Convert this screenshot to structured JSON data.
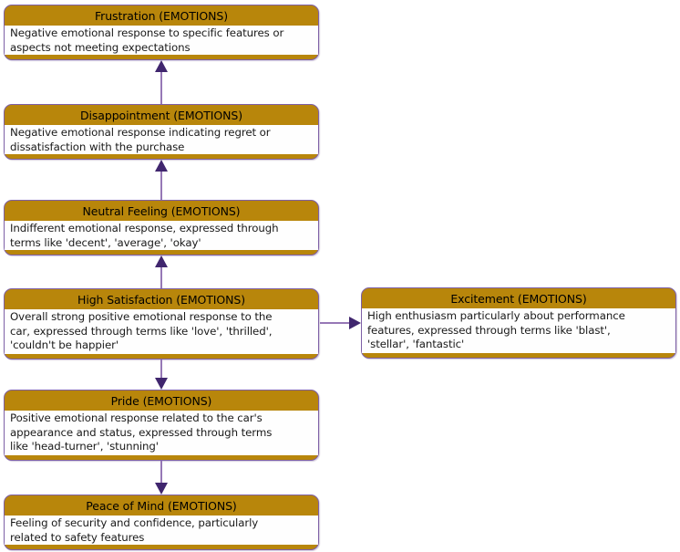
{
  "diagram": {
    "type": "concept-flow-diagram",
    "theme": {
      "background": "#FFFFFF",
      "node_header_fill": "#B8860B",
      "node_body_fill": "#FEFEFE",
      "node_border": "#7D5FA6",
      "arrow_line": "#9678B6",
      "arrow_head": "#40266E",
      "text_color": "#000000"
    },
    "nodes": [
      {
        "id": "frustration",
        "title": "Frustration (EMOTIONS)",
        "description": "Negative emotional response to specific features or\naspects not meeting expectations"
      },
      {
        "id": "disappointment",
        "title": "Disappointment (EMOTIONS)",
        "description": "Negative emotional response indicating regret or\ndissatisfaction with the purchase"
      },
      {
        "id": "neutral-feeling",
        "title": "Neutral Feeling (EMOTIONS)",
        "description": "Indifferent emotional response, expressed through\nterms like 'decent', 'average', 'okay'"
      },
      {
        "id": "high-satisfaction",
        "title": "High Satisfaction (EMOTIONS)",
        "description": "Overall strong positive emotional response to the\ncar, expressed through terms like 'love', 'thrilled',\n'couldn't be happier'"
      },
      {
        "id": "excitement",
        "title": "Excitement (EMOTIONS)",
        "description": "High enthusiasm particularly about performance\nfeatures, expressed through terms like 'blast',\n'stellar', 'fantastic'"
      },
      {
        "id": "pride",
        "title": "Pride (EMOTIONS)",
        "description": "Positive emotional response related to the car's\nappearance and status, expressed through terms\nlike 'head-turner', 'stunning'"
      },
      {
        "id": "peace-of-mind",
        "title": "Peace of Mind (EMOTIONS)",
        "description": "Feeling of security and confidence, particularly\nrelated to safety features"
      }
    ],
    "edges": [
      {
        "from": "disappointment",
        "to": "frustration",
        "direction": "up"
      },
      {
        "from": "neutral-feeling",
        "to": "disappointment",
        "direction": "up"
      },
      {
        "from": "high-satisfaction",
        "to": "neutral-feeling",
        "direction": "up"
      },
      {
        "from": "high-satisfaction",
        "to": "excitement",
        "direction": "right"
      },
      {
        "from": "high-satisfaction",
        "to": "pride",
        "direction": "down"
      },
      {
        "from": "pride",
        "to": "peace-of-mind",
        "direction": "down"
      }
    ]
  }
}
